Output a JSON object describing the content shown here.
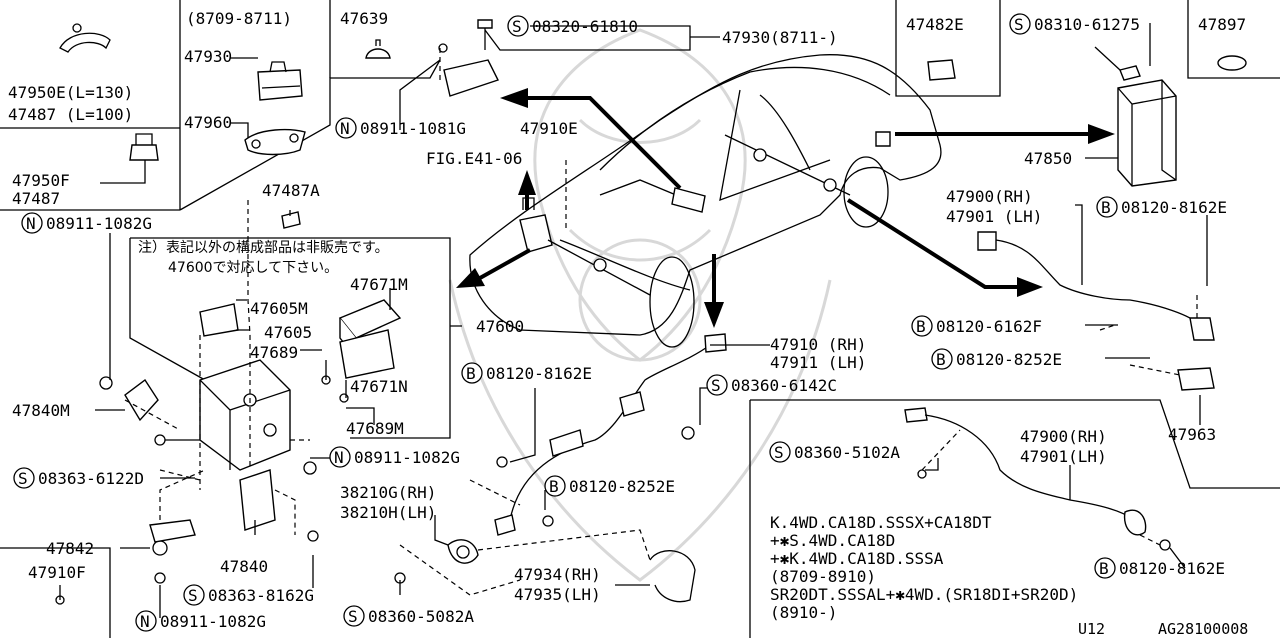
{
  "labels": {
    "serial_8709_8711": "(8709-8711)",
    "p47639": "47639",
    "p47930": "47930",
    "p47960": "47960",
    "p47950E": "47950E(L=130)",
    "p47487_100": "47487 (L=100)",
    "p47950F": "47950F",
    "p47487": "47487",
    "p47487A": "47487A",
    "n08911_1082G_a": "08911-1082G",
    "n08911_1081G": "08911-1081G",
    "s08320_61810": "08320-61810",
    "p47930_8711": "47930(8711-)",
    "p47910E": "47910E",
    "fig_ref": "FIG.E41-06",
    "p47482E": "47482E",
    "s08310_61275": "08310-61275",
    "p47897": "47897",
    "p47850": "47850",
    "p47900_rh_a": "47900(RH)",
    "p47901_lh_a": "47901 (LH)",
    "b08120_8162E_a": "08120-8162E",
    "b08120_6162F": "08120-6162F",
    "b08120_8252E_a": "08120-8252E",
    "p47963": "47963",
    "note_line1": "注）表記以外の構成部品は非販売です。",
    "note_line2": "47600で対応して下さい。",
    "p47671M": "47671M",
    "p47605M": "47605M",
    "p47605": "47605",
    "p47689": "47689",
    "p47671N": "47671N",
    "p47689M": "47689M",
    "p47600": "47600",
    "p47840M": "47840M",
    "s08363_6122D": "08363-6122D",
    "n08911_1082G_b": "08911-1082G",
    "p47842": "47842",
    "p47910F": "47910F",
    "p47840": "47840",
    "s08363_8162G": "08363-8162G",
    "n08911_1082G_c": "08911-1082G",
    "b08120_8162E_b": "08120-8162E",
    "p47910_rh": "47910 (RH)",
    "p47911_lh": "47911 (LH)",
    "s08360_6142C": "08360-6142C",
    "b08120_8252E_b": "08120-8252E",
    "p38210G": "38210G(RH)",
    "p38210H": "38210H(LH)",
    "p47934": "47934(RH)",
    "p47935": "47935(LH)",
    "s08360_5082A": "08360-5082A",
    "s08360_5102A": "08360-5102A",
    "p47900_rh_b": "47900(RH)",
    "p47901_lh_b": "47901(LH)",
    "spec_line1": "K.4WD.CA18D.SSSX+CA18DT",
    "spec_line2": "+✱S.4WD.CA18D",
    "spec_line3": "+✱K.4WD.CA18D.SSSA",
    "spec_line4": "(8709-8910)",
    "spec_line5": "SR20DT.SSSAL+✱4WD.(SR18DI+SR20D)",
    "spec_line6": "(8910-)",
    "b08120_8162E_c": "08120-8162E",
    "footer_code": "U12",
    "footer_ref": "AG28100008"
  },
  "prefix": {
    "S": "S",
    "N": "N",
    "B": "B"
  },
  "icons": [
    "clip-icon",
    "bolt-icon",
    "nut-icon",
    "grommet-icon",
    "sensor-icon",
    "bracket-icon",
    "arrow-icon"
  ]
}
